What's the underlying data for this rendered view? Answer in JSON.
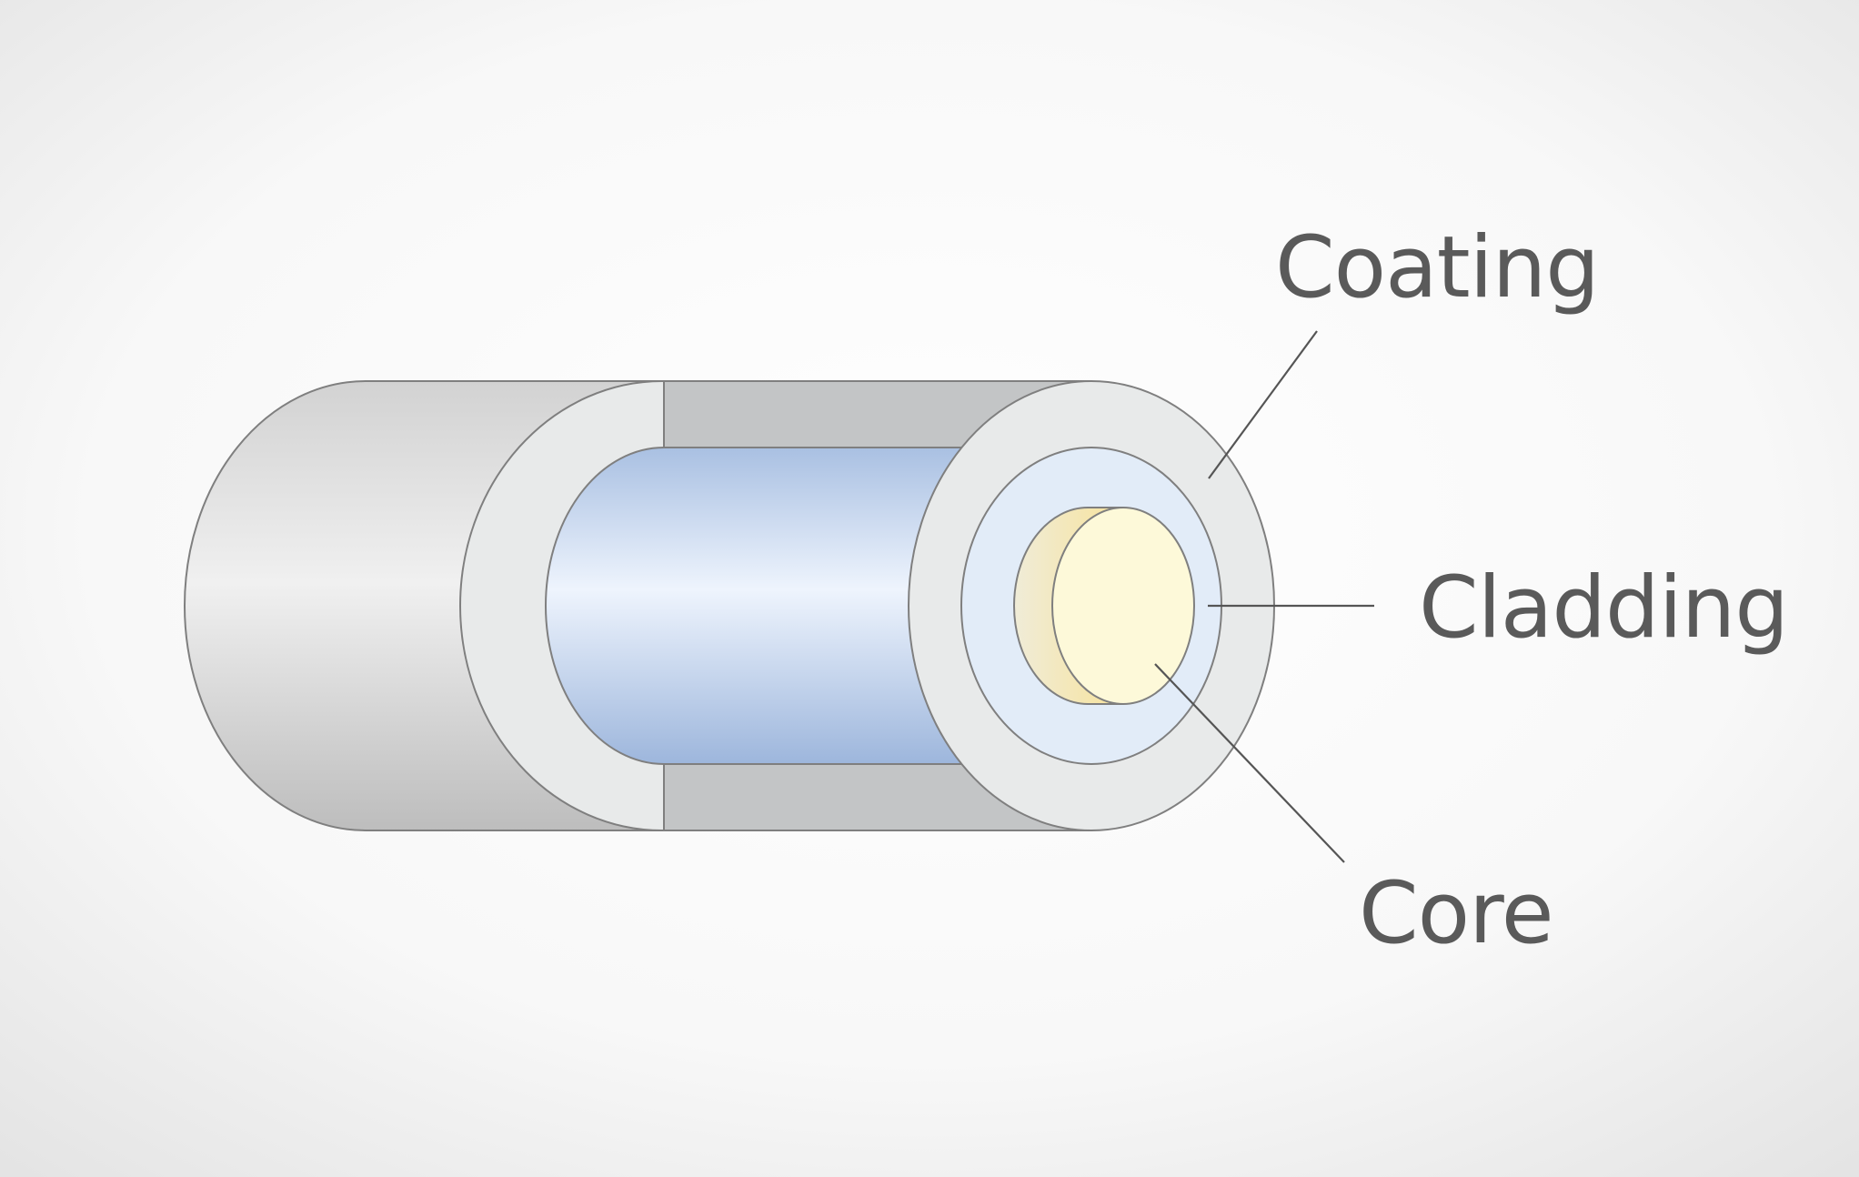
{
  "diagram": {
    "labels": {
      "coating": "Coating",
      "cladding": "Cladding",
      "core": "Core"
    },
    "colors": {
      "background_center": "#ffffff",
      "background_edge": "#e3e3e3",
      "coating_face": "#e8eaea",
      "coating_cut": "#c3c5c6",
      "cladding_face": "#e2ecf8",
      "cladding_body_light": "#eef4fd",
      "cladding_body_dark": "#9db6dc",
      "core_face": "#fdf9d9",
      "core_side": "#f7e7a5",
      "label_text": "#5a5a5a"
    }
  }
}
